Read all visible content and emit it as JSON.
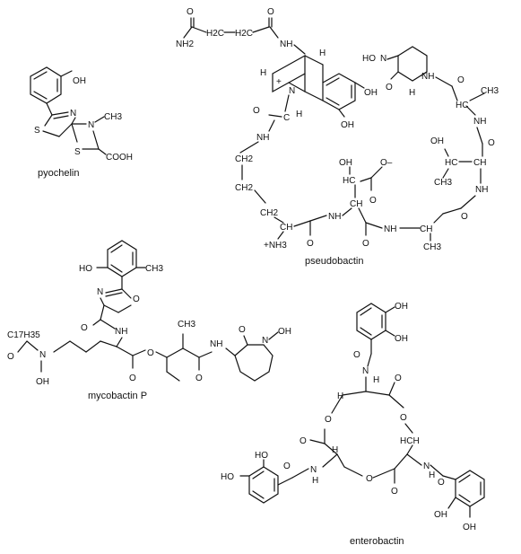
{
  "labels": {
    "pyochelin": "pyochelin",
    "pseudobactin": "pseudobactin",
    "mycobactin": "mycobactin P",
    "enterobactin": "enterobactin"
  },
  "atoms": {
    "OH": "OH",
    "N": "N",
    "S": "S",
    "CH3": "CH3",
    "COOH": "COOH",
    "O": "O",
    "NH": "NH",
    "NH2": "NH2",
    "H2C": "H2C",
    "CH2": "CH2",
    "H": "H",
    "HO": "HO",
    "HC": "HC",
    "CH": "CH",
    "NH3plus": "+NH3",
    "Ominus": "O–",
    "C17H35": "C17H35",
    "HCH": "HCH",
    "C": "C",
    "plus": "+"
  }
}
